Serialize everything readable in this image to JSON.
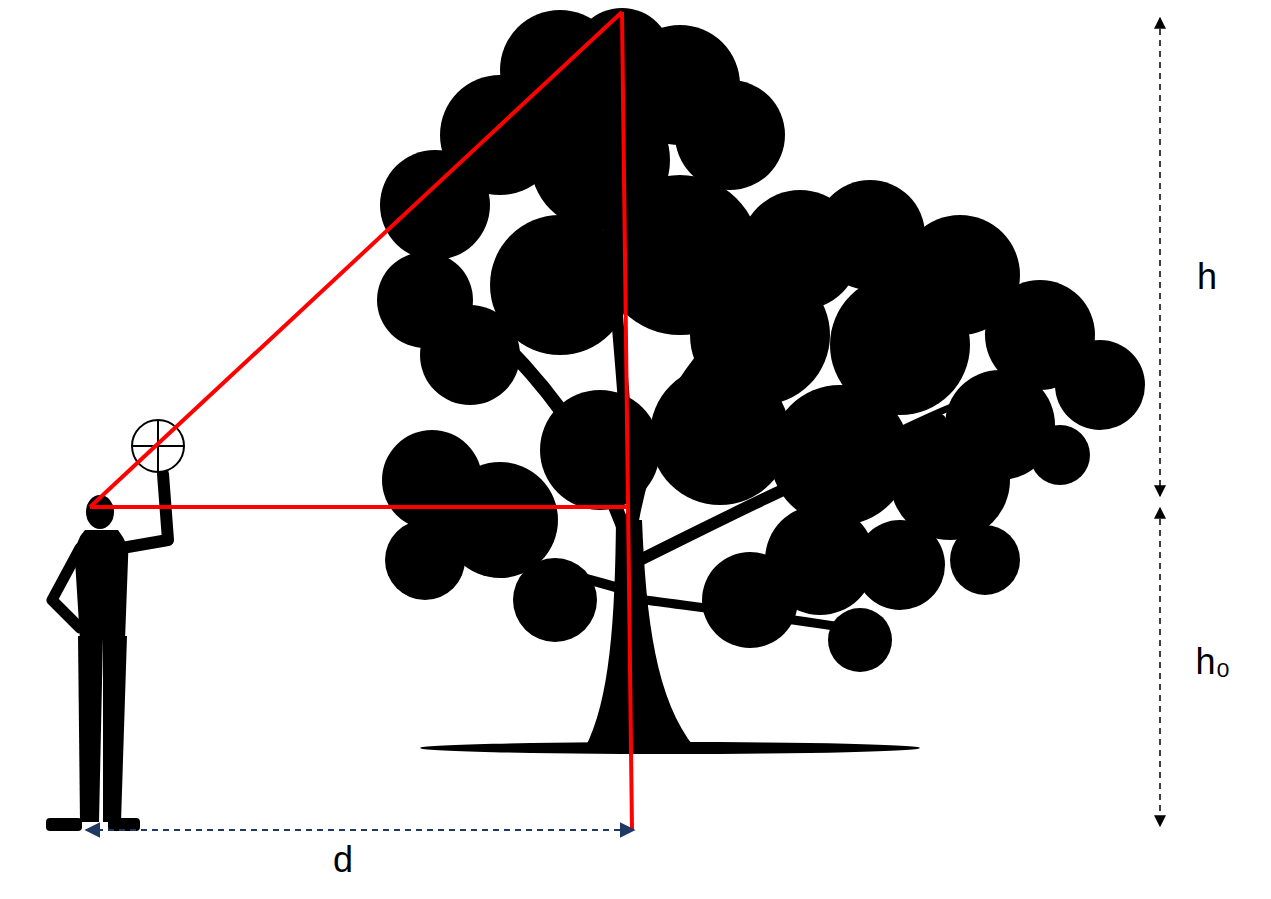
{
  "diagram": {
    "labels": [
      "h",
      "h₀",
      "d"
    ]
  }
}
